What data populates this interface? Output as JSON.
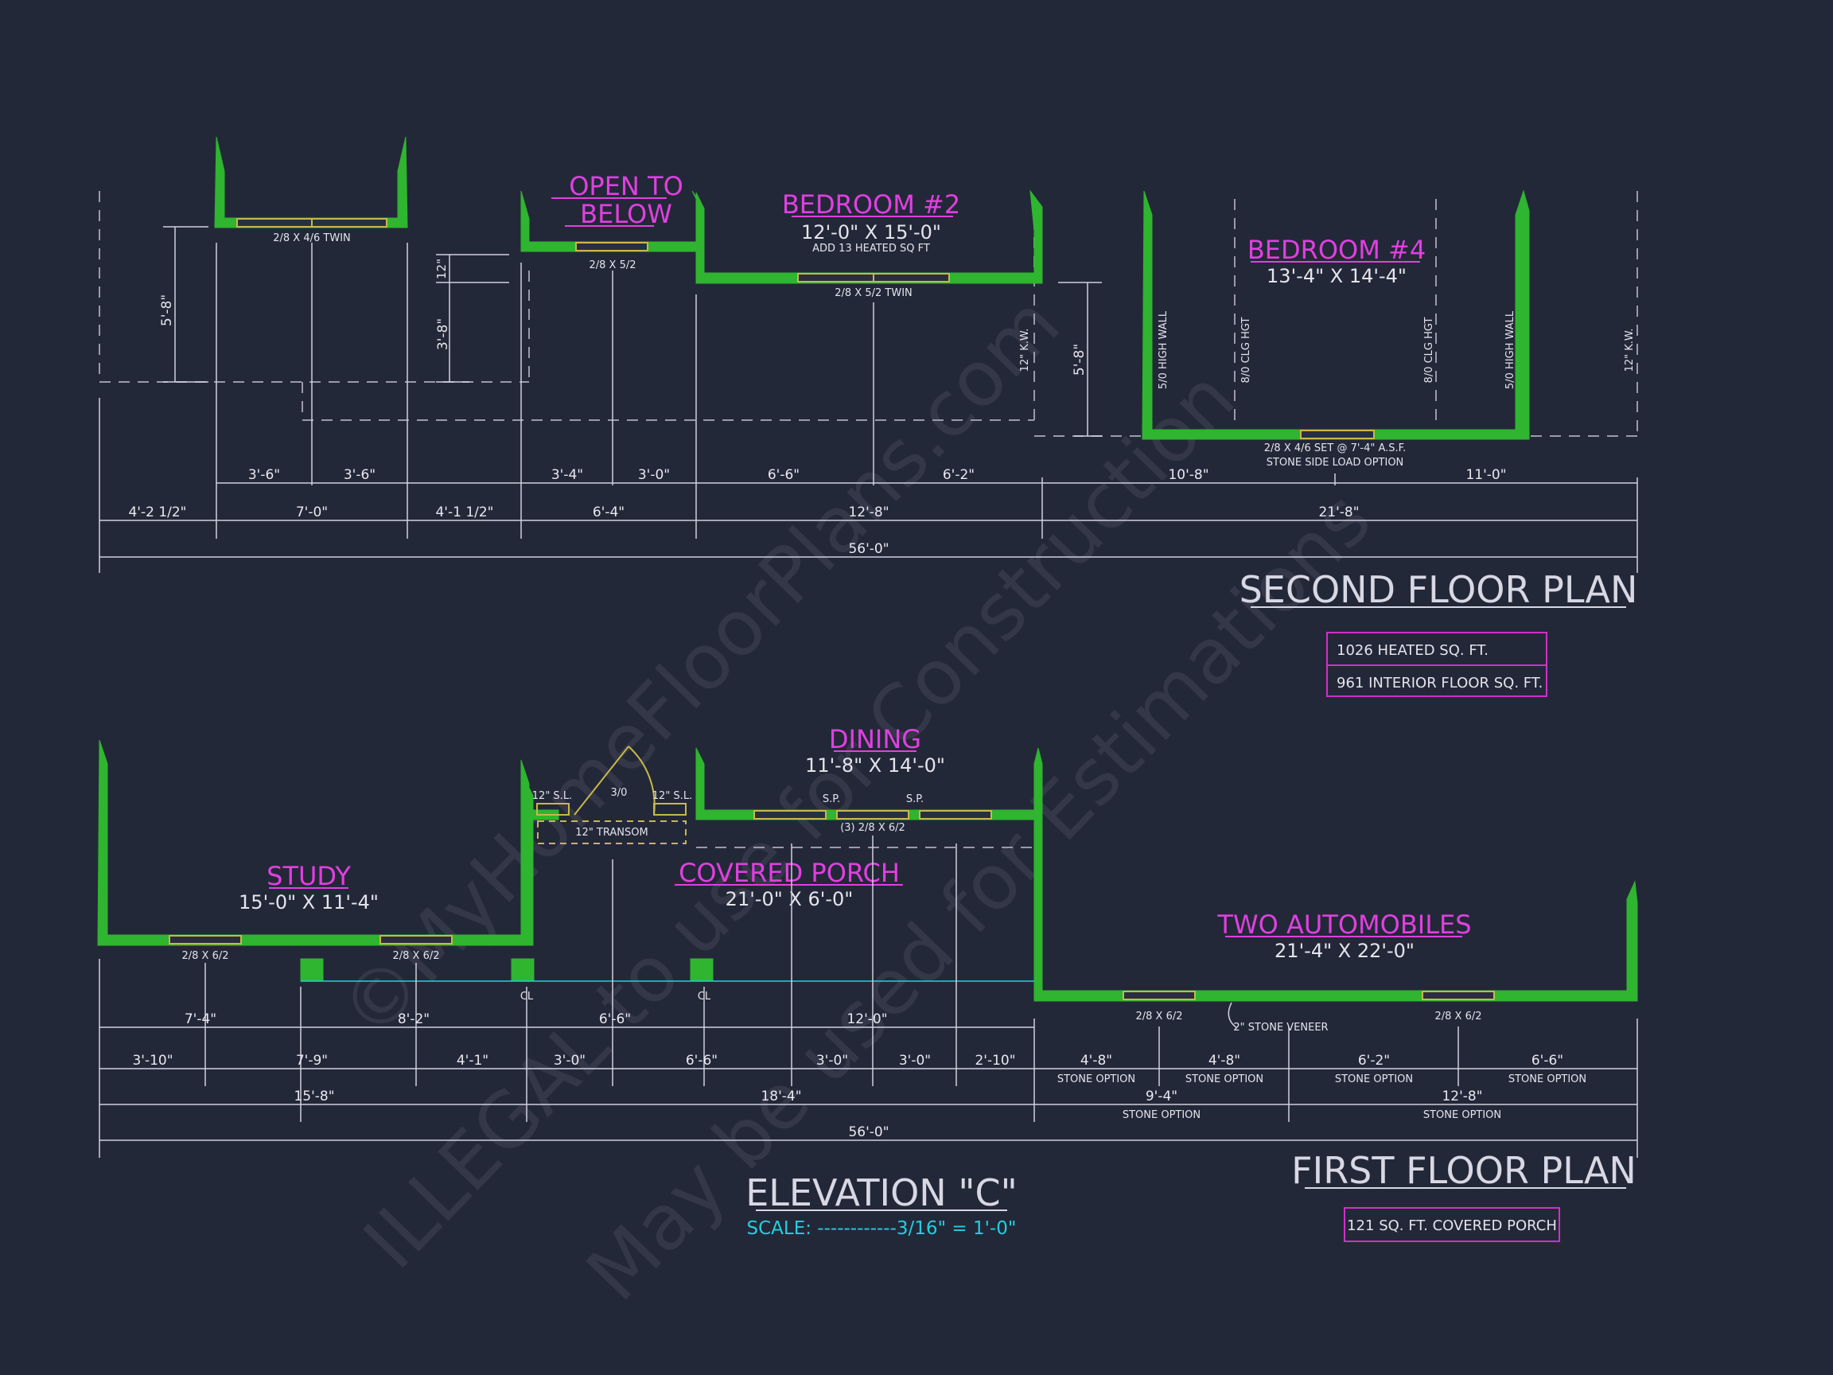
{
  "watermark": {
    "line1": "©MyHomeFloorPlans.com",
    "line2": "ILLEGAL to use for Construction",
    "line3": "May be used for Estimations"
  },
  "colors": {
    "background": "#232838",
    "wall": "#2fb52f",
    "room_label": "#e040e0",
    "dimension": "#e4e4ec",
    "scale": "#22cfe0",
    "window": "#c8b84a"
  },
  "second_floor": {
    "title": "SECOND FLOOR PLAN",
    "heated_sqft": "1026 HEATED SQ. FT.",
    "interior_sqft": "961 INTERIOR FLOOR SQ. FT.",
    "rooms": {
      "open_line1": "OPEN TO",
      "open_line2": "BELOW",
      "bed2_name": "BEDROOM #2",
      "bed2_size": "12'-0\" X 15'-0\"",
      "bed2_note": "ADD 13 HEATED SQ FT",
      "bed4_name": "BEDROOM #4",
      "bed4_size": "13'-4\" X 14'-4\""
    },
    "windows": {
      "w1": "2/8 X 4/6 TWIN",
      "w2": "2/8 X 5/2",
      "w3": "2/8 X 5/2 TWIN",
      "w4": "2/8 X 4/6 SET @ 7'-4\" A.S.F.",
      "w4_note": "STONE SIDE LOAD OPTION"
    },
    "wall_notes": {
      "kw1": "12\" K.W.",
      "kw2": "12\" K.W.",
      "hw1": "5/0 HIGH WALL",
      "hw2": "5/0 HIGH WALL",
      "clg1": "8/0 CLG HGT",
      "clg2": "8/0 CLG HGT"
    },
    "vdims": {
      "v1": "5'-8\"",
      "v2": "12\"",
      "v3": "3'-8\"",
      "v4": "5'-8\""
    },
    "row1": {
      "a": "3'-6\"",
      "b": "3'-6\"",
      "c": "3'-4\"",
      "d": "3'-0\"",
      "e": "6'-6\"",
      "f": "6'-2\"",
      "g": "10'-8\"",
      "h": "11'-0\""
    },
    "row2": {
      "a": "4'-2 1/2\"",
      "b": "7'-0\"",
      "c": "4'-1 1/2\"",
      "d": "6'-4\"",
      "e": "12'-8\"",
      "f": "21'-8\""
    },
    "overall": "56'-0\""
  },
  "first_floor": {
    "title": "FIRST FLOOR PLAN",
    "porch_sqft": "121 SQ. FT. COVERED PORCH",
    "rooms": {
      "study_name": "STUDY",
      "study_size": "15'-0\" X 11'-4\"",
      "dining_name": "DINING",
      "dining_size": "11'-8\" X 14'-0\"",
      "porch_name": "COVERED PORCH",
      "porch_size": "21'-0\" X 6'-0\"",
      "garage_name": "TWO AUTOMOBILES",
      "garage_size": "21'-4\" X 22'-0\""
    },
    "labels": {
      "sl1": "12\" S.L.",
      "door": "3/0",
      "sl2": "12\" S.L.",
      "transom": "12\" TRANSOM",
      "sp1": "S.P.",
      "sp2": "S.P.",
      "win_dining": "(3) 2/8 X 6/2",
      "win_s1": "2/8 X 6/2",
      "win_s2": "2/8 X 6/2",
      "win_g1": "2/8 X 6/2",
      "win_g2": "2/8 X 6/2",
      "veneer": "2\" STONE VENEER",
      "cl1": "CL",
      "cl2": "CL"
    },
    "row1": {
      "a": "7'-4\"",
      "b": "8'-2\"",
      "c": "6'-6\"",
      "d": "12'-0\""
    },
    "row2": {
      "a": "3'-10\"",
      "b": "7'-9\"",
      "c": "4'-1\"",
      "d": "3'-0\"",
      "e": "6'-6\"",
      "f": "3'-0\"",
      "g": "3'-0\"",
      "h": "2'-10\"",
      "i": "4'-8\"",
      "j": "4'-8\"",
      "k": "6'-2\"",
      "l": "6'-6\""
    },
    "stone": {
      "s1": "STONE OPTION",
      "s2": "STONE OPTION",
      "s3": "STONE OPTION",
      "s4": "STONE OPTION",
      "s5": "STONE OPTION",
      "s6": "STONE OPTION"
    },
    "row3": {
      "a": "15'-8\"",
      "b": "18'-4\"",
      "c": "9'-4\"",
      "d": "12'-8\""
    },
    "overall": "56'-0\""
  },
  "elevation": {
    "title": "ELEVATION \"C\"",
    "scale": "SCALE: ------------3/16\" = 1'-0\""
  }
}
